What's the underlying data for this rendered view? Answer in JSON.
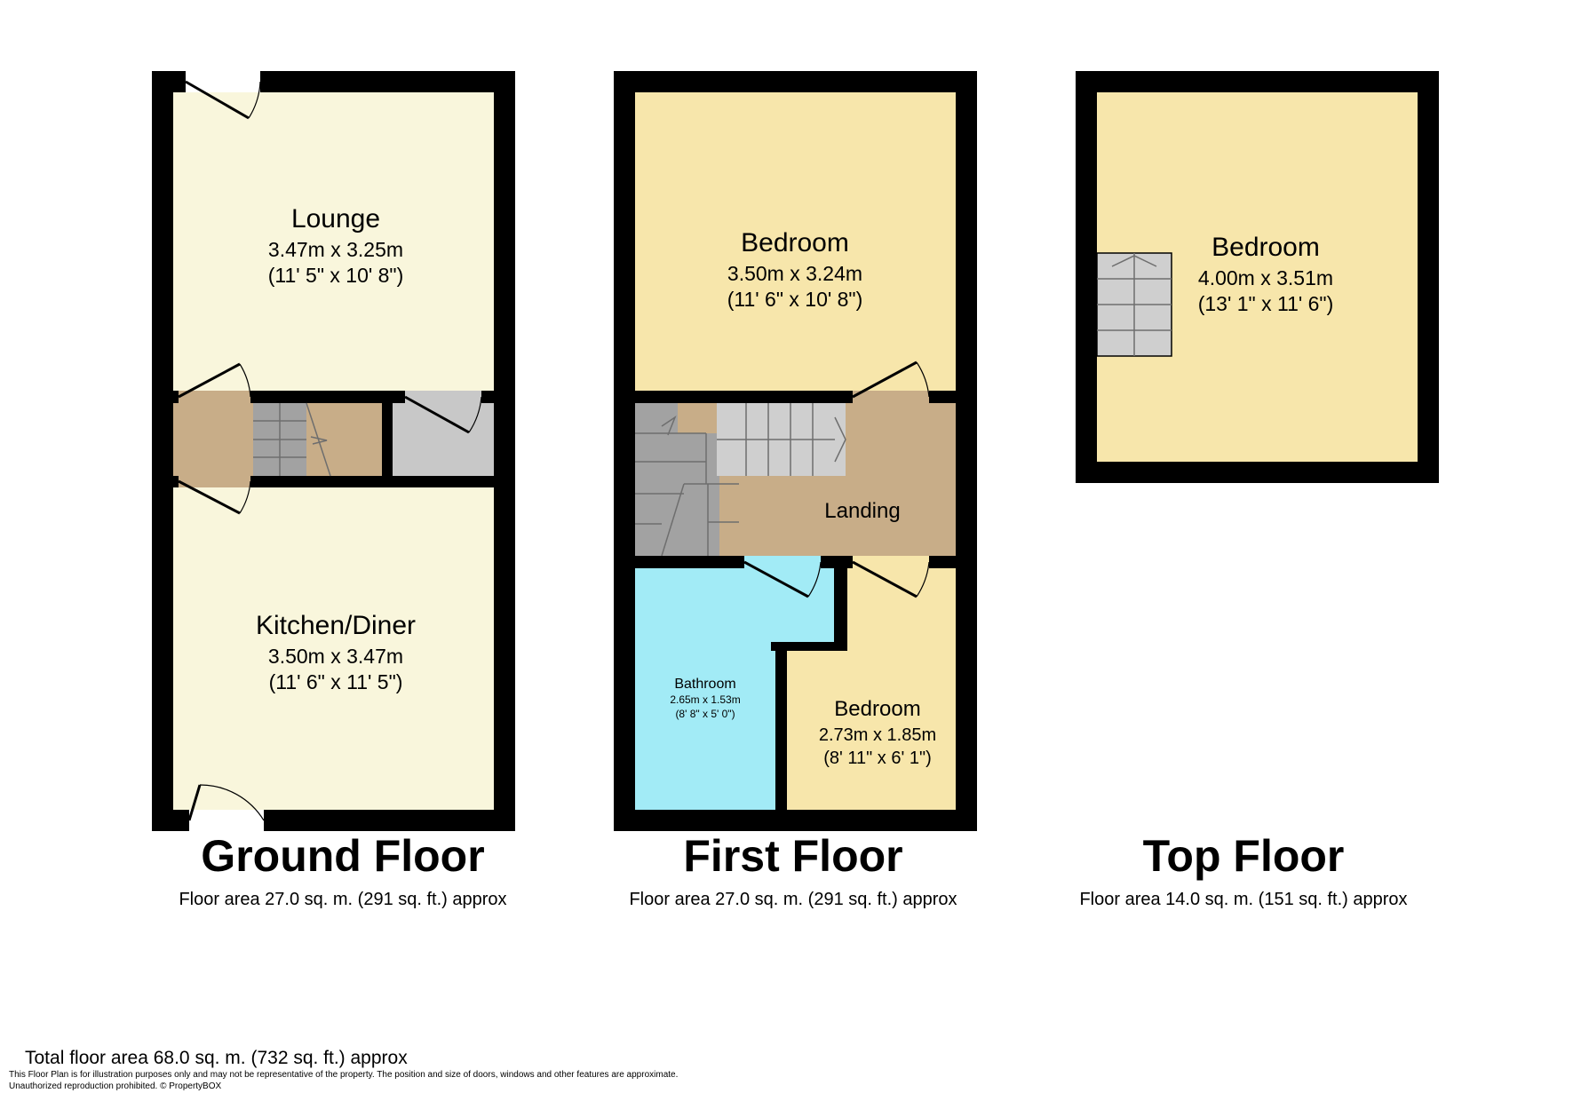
{
  "colors": {
    "wall": "#000000",
    "lounge": "#f9f6dc",
    "bedroom": "#f7e6ab",
    "landing": "#c8ad88",
    "stairs": "#a2a2a2",
    "stairs_light": "#cfcfcf",
    "bathroom": "#a2ebf6",
    "cupboard": "#c8c8c8"
  },
  "floors": [
    {
      "title": "Ground Floor",
      "area": "Floor area 27.0 sq. m. (291 sq. ft.) approx",
      "rooms": [
        {
          "name": "Lounge",
          "metric": "3.47m x 3.25m",
          "imperial": "(11' 5\" x 10' 8\")"
        },
        {
          "name": "Kitchen/Diner",
          "metric": "3.50m x 3.47m",
          "imperial": "(11' 6\" x 11' 5\")"
        }
      ]
    },
    {
      "title": "First Floor",
      "area": "Floor area 27.0 sq. m. (291 sq. ft.) approx",
      "rooms": [
        {
          "name": "Bedroom",
          "metric": "3.50m x 3.24m",
          "imperial": "(11' 6\" x 10' 8\")"
        },
        {
          "name": "Landing"
        },
        {
          "name": "Bathroom",
          "metric": "2.65m x 1.53m",
          "imperial": "(8' 8\" x 5' 0\")"
        },
        {
          "name": "Bedroom",
          "metric": "2.73m x 1.85m",
          "imperial": "(8' 11\" x 6' 1\")"
        }
      ]
    },
    {
      "title": "Top Floor",
      "area": "Floor area 14.0 sq. m. (151 sq. ft.) approx",
      "rooms": [
        {
          "name": "Bedroom",
          "metric": "4.00m x 3.51m",
          "imperial": "(13' 1\" x 11' 6\")"
        }
      ]
    }
  ],
  "total_area": "Total floor area 68.0 sq. m. (732 sq. ft.) approx",
  "disclaimer_line1": "This Floor Plan is for illustration purposes only and may not be representative of the property. The position and size of doors, windows and other features are approximate.",
  "disclaimer_line2": "Unauthorized reproduction prohibited. © PropertyBOX"
}
